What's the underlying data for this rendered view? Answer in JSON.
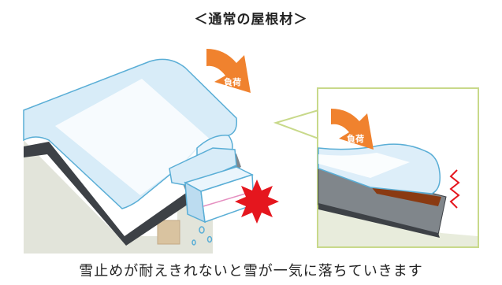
{
  "title": "＜通常の屋根材＞",
  "caption": "雪止めが耐えきれないと雪が一気に落ちていきます",
  "labels": {
    "load_main": "負荷",
    "load_detail": "負荷"
  },
  "colors": {
    "wall": "#e2e4da",
    "snow_fill": "#d8ecf8",
    "snow_stroke": "#5aaed6",
    "roof_dark": "#3d4146",
    "roof_panel": "#80868b",
    "arrow": "#f0822e",
    "burst": "#e5161e",
    "detail_frame": "#c8d98a",
    "detail_bg": "#e8ecdc",
    "brown": "#8a3a12"
  }
}
